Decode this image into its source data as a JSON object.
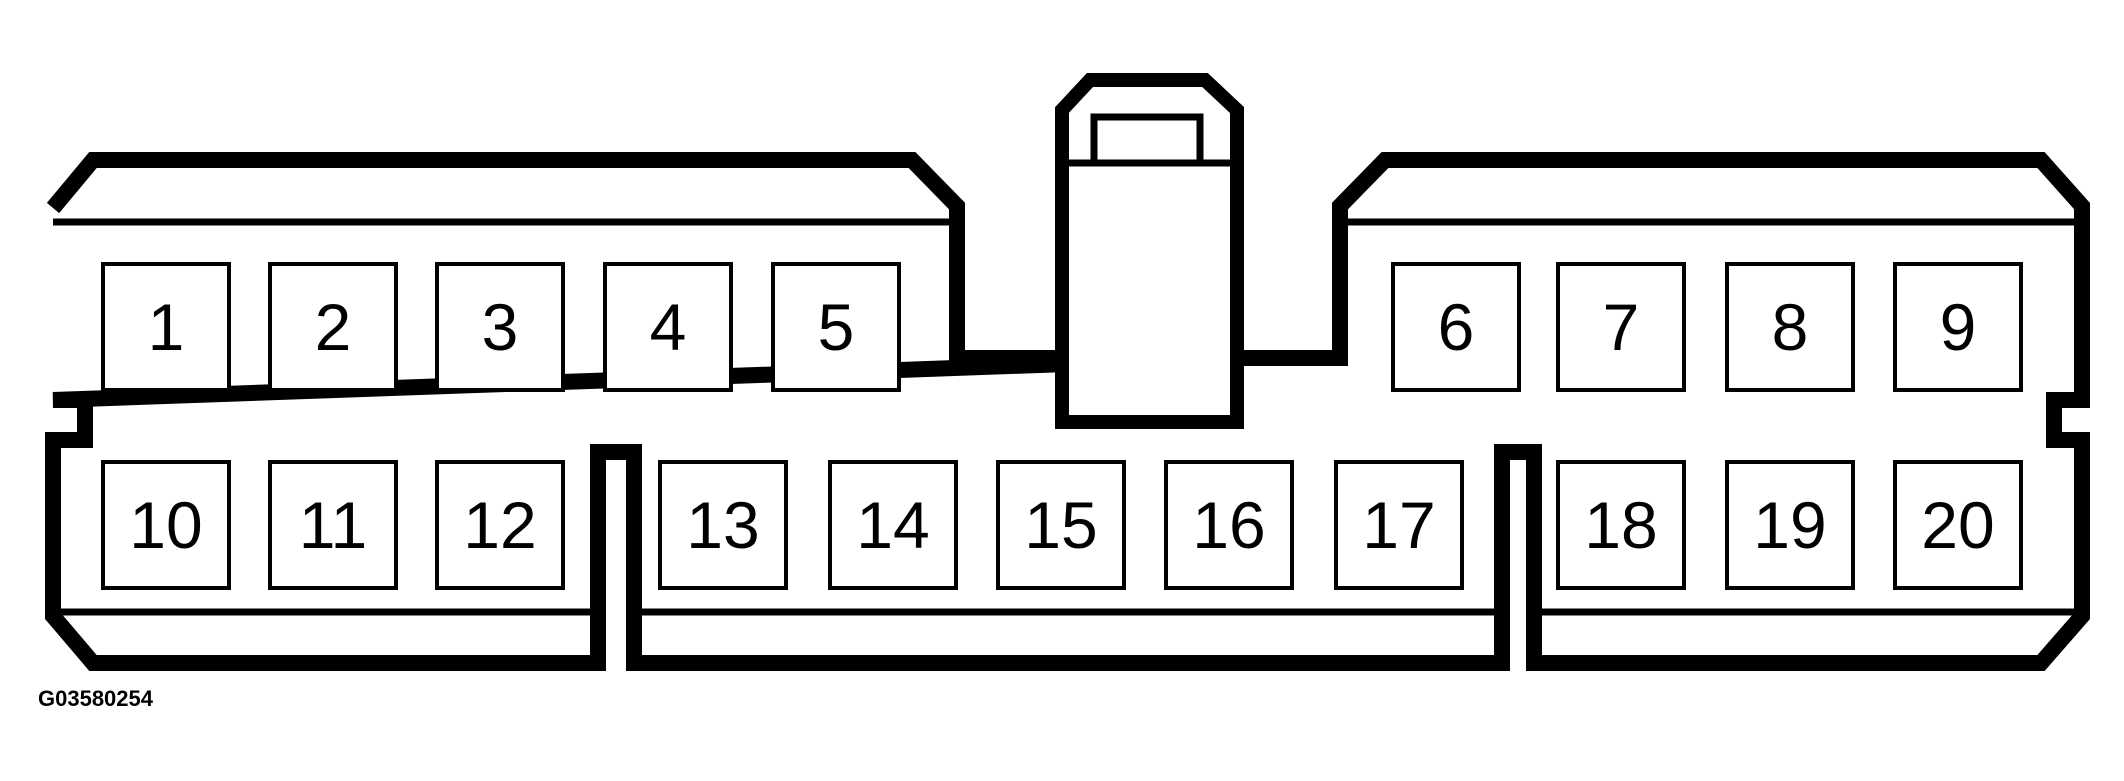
{
  "diagram": {
    "figure_code": "G03580254",
    "colors": {
      "line": "#000000",
      "fill": "#ffffff"
    },
    "pins": [
      {
        "label": "1"
      },
      {
        "label": "2"
      },
      {
        "label": "3"
      },
      {
        "label": "4"
      },
      {
        "label": "5"
      },
      {
        "label": "6"
      },
      {
        "label": "7"
      },
      {
        "label": "8"
      },
      {
        "label": "9"
      },
      {
        "label": "10"
      },
      {
        "label": "11"
      },
      {
        "label": "12"
      },
      {
        "label": "13"
      },
      {
        "label": "14"
      },
      {
        "label": "15"
      },
      {
        "label": "16"
      },
      {
        "label": "17"
      },
      {
        "label": "18"
      },
      {
        "label": "19"
      },
      {
        "label": "20"
      }
    ]
  }
}
